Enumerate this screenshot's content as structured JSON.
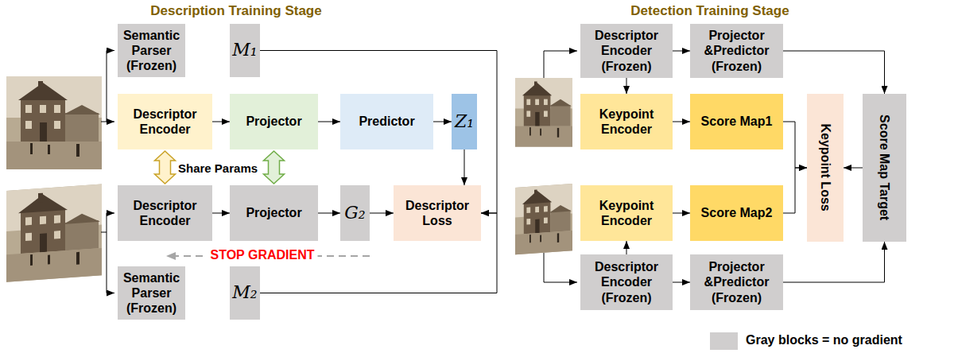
{
  "diagram": {
    "nodes": [
      {
        "text": [
          "Semantic Parser (Frozen)"
        ]
      },
      {
        "text": [
          "M₁"
        ]
      },
      {
        "text": [
          "Descriptor Encoder"
        ]
      },
      {
        "text": [
          "Projector"
        ]
      },
      {
        "text": [
          "Predictor"
        ]
      },
      {
        "text": [
          "Z₁"
        ]
      },
      {
        "text": [
          "Descriptor Encoder"
        ]
      },
      {
        "text": [
          "Projector"
        ]
      },
      {
        "text": [
          "G₂"
        ]
      },
      {
        "text": [
          "Descriptor Loss"
        ]
      },
      {
        "text": [
          "Semantic Parser (Frozen)"
        ]
      },
      {
        "text": [
          "M₂"
        ]
      },
      {
        "text": [
          "Descriptor Encoder (Frozen)"
        ]
      },
      {
        "text": [
          "Projector &Predictor (Frozen)"
        ]
      },
      {
        "text": [
          "Keypoint Encoder"
        ]
      },
      {
        "text": [
          "Score Map1"
        ]
      },
      {
        "text": [
          "Keypoint Loss"
        ]
      },
      {
        "text": [
          "Score Map Target"
        ]
      },
      {
        "text": [
          "Keypoint Encoder"
        ]
      },
      {
        "text": [
          "Score Map2"
        ]
      },
      {
        "text": [
          "Descriptor Encoder (Frozen)"
        ]
      },
      {
        "text": [
          "Projector &Predictor (Frozen)"
        ]
      }
    ],
    "edges": [
      {
        "from": 2,
        "to": 3,
        "arrow": "to"
      },
      {
        "from": 3,
        "to": 4,
        "arrow": "to"
      },
      {
        "from": 4,
        "to": 5,
        "arrow": "to"
      },
      {
        "from": 6,
        "to": 7,
        "arrow": "to"
      },
      {
        "from": 7,
        "to": 8,
        "arrow": "to"
      },
      {
        "from": 8,
        "to": 9,
        "arrow": "to"
      },
      {
        "from": 5,
        "to": 9,
        "arrow": "to"
      },
      {
        "from": 1,
        "to": 9,
        "arrow": "to"
      },
      {
        "from": 11,
        "to": 9,
        "arrow": "to"
      },
      {
        "from": 2,
        "to": 6,
        "arrow": "both"
      },
      {
        "from": 3,
        "to": 7,
        "arrow": "both"
      },
      {
        "from": 12,
        "to": 13,
        "arrow": "to"
      },
      {
        "from": 12,
        "to": 14,
        "arrow": "to"
      },
      {
        "from": 14,
        "to": 15,
        "arrow": "to"
      },
      {
        "from": 15,
        "to": 16,
        "arrow": "to"
      },
      {
        "from": 19,
        "to": 16,
        "arrow": "to"
      },
      {
        "from": 17,
        "to": 16,
        "arrow": "to"
      },
      {
        "from": 13,
        "to": 17,
        "arrow": "to"
      },
      {
        "from": 18,
        "to": 19,
        "arrow": "to"
      },
      {
        "from": 20,
        "to": 18,
        "arrow": "to"
      },
      {
        "from": 20,
        "to": 21,
        "arrow": "to"
      },
      {
        "from": 21,
        "to": 17,
        "arrow": "to"
      }
    ],
    "labels": [
      "Description Training Stage",
      "Detection Training Stage",
      "Share Params",
      "STOP GRADIENT"
    ],
    "legend": [
      {
        "text": "Gray blocks = no gradient",
        "color": "#d0cece"
      }
    ]
  }
}
